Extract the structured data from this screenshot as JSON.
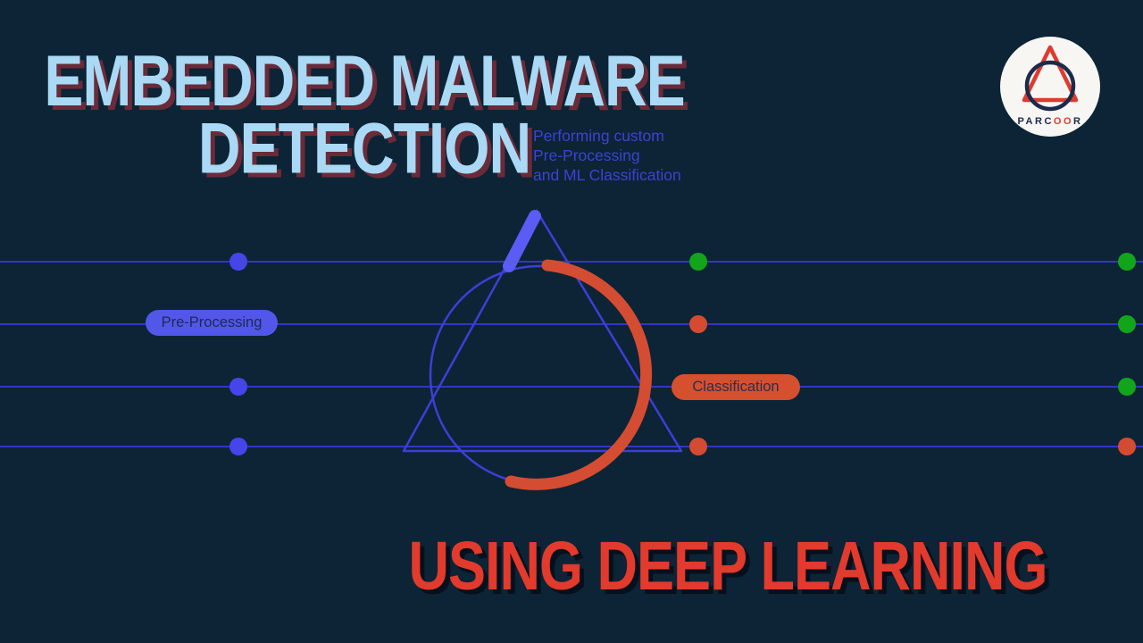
{
  "page": {
    "background_color": "#0c2435"
  },
  "title": {
    "line1": "EMBEDDED MALWARE",
    "line2": "DETECTION",
    "text_color": "#a9d9f5",
    "shadow_color": "#6b2a38"
  },
  "subtitle": {
    "line1": "Performing custom",
    "line2": "Pre-Processing",
    "line3": "and ML Classification",
    "text_color": "#3c42d6"
  },
  "bottom_title": {
    "text": "USING DEEP LEARNING",
    "text_color": "#e23a2c",
    "shadow_color": "#06101d"
  },
  "diagram": {
    "preprocessing_label": "Pre-Processing",
    "classification_label": "Classification",
    "line_color": "#3434c8",
    "shape_outline_color": "#3e3ed6",
    "highlight_segment_color": "#5b5bf5",
    "arc_color": "#d44c32",
    "dot_colors": {
      "blue": "#4545ea",
      "green": "#12a51c",
      "red": "#d44b31"
    }
  },
  "logo": {
    "brand_part1": "PARC",
    "brand_part2": "OO",
    "brand_part3": "R",
    "triangle_color": "#de3b2e",
    "circle_color": "#1c2b4a"
  }
}
